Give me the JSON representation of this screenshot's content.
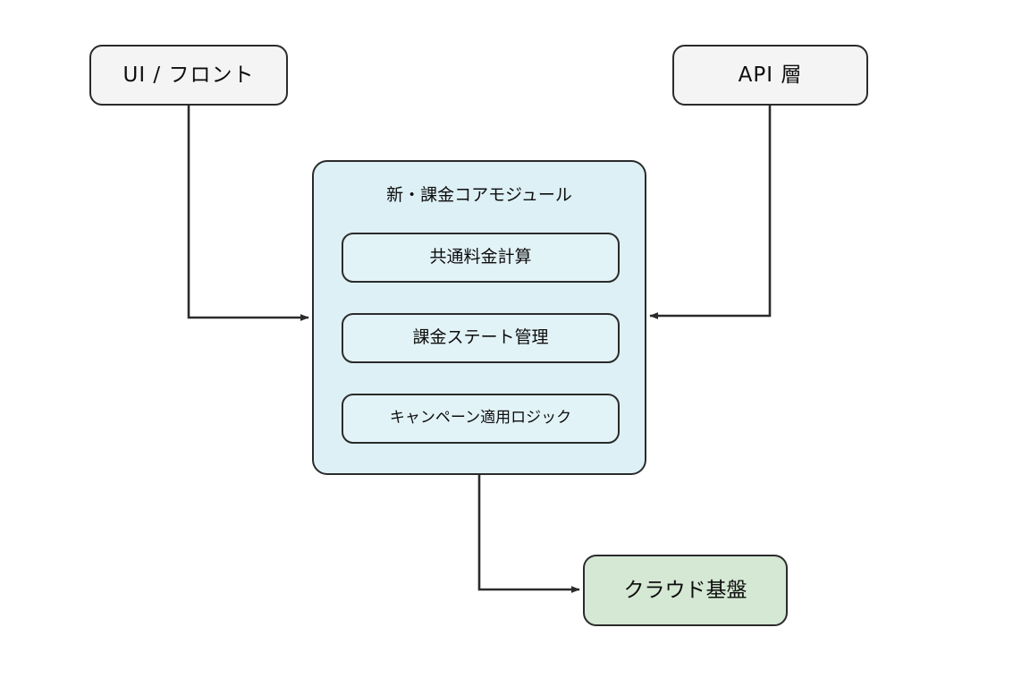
{
  "diagram": {
    "title": "",
    "background_color": "#ffffff",
    "edge_color": "#2b2b2b",
    "nodes": {
      "ui_front": {
        "label": "UI / フロント",
        "fill_color": "#f4f4f4",
        "border_color": "#2b2b2b",
        "shape": "rounded-rectangle"
      },
      "api_layer": {
        "label": "API 層",
        "fill_color": "#f4f4f4",
        "border_color": "#2b2b2b",
        "shape": "rounded-rectangle"
      },
      "core_module": {
        "label": "新・課金コアモジュール",
        "fill_color": "#ddf0f5",
        "border_color": "#2b2b2b",
        "shape": "rounded-rectangle",
        "submodules": [
          {
            "label": "共通料金計算",
            "fill_color": "#e2f3f7",
            "border_color": "#2b2b2b"
          },
          {
            "label": "課金ステート管理",
            "fill_color": "#e2f3f7",
            "border_color": "#2b2b2b"
          },
          {
            "label": "キャンペーン適用ロジック",
            "fill_color": "#e2f3f7",
            "border_color": "#2b2b2b"
          }
        ]
      },
      "cloud_platform": {
        "label": "クラウド基盤",
        "fill_color": "#d4e8d3",
        "border_color": "#2b2b2b",
        "shape": "rounded-rectangle"
      }
    },
    "edges": [
      {
        "id": "ui-to-core",
        "from": "ui_front",
        "to": "core_module",
        "label": "",
        "style": "orthogonal",
        "arrowhead": "to"
      },
      {
        "id": "api-to-core",
        "from": "api_layer",
        "to": "core_module",
        "label": "",
        "style": "orthogonal",
        "arrowhead": "to"
      },
      {
        "id": "core-to-cloud",
        "from": "core_module",
        "to": "cloud_platform",
        "label": "",
        "style": "orthogonal",
        "arrowhead": "to"
      }
    ]
  }
}
